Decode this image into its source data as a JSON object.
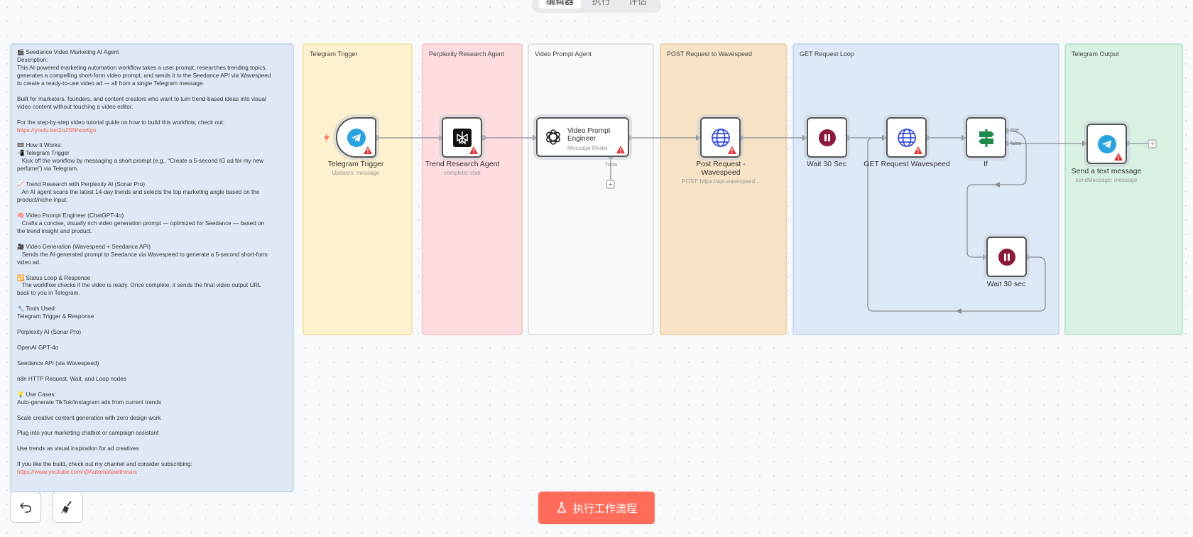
{
  "tabs": [
    {
      "label": "编辑器"
    },
    {
      "label": "执行"
    },
    {
      "label": "评估"
    }
  ],
  "note": {
    "lines": [
      {
        "text": "🎬 Seedance Video Marketing AI Agent"
      },
      {
        "text": "Description:"
      },
      {
        "text": "This AI-powered marketing automation workflow takes a user prompt, researches trending topics,"
      },
      {
        "text": "generates a compelling short-form video prompt, and sends it to the Seedance API via Wavespeed"
      },
      {
        "text": "to create a ready-to-use video ad — all from a single Telegram message."
      },
      {
        "text": ""
      },
      {
        "text": "Built for marketers, founders, and content creators who want to turn trend-based ideas into visual"
      },
      {
        "text": "video content without touching a video editor."
      },
      {
        "text": ""
      },
      {
        "text": "For the step-by-step video tutorial guide on how to build this workflow, check out:"
      },
      {
        "text": "https://youtu.be/2oZSNhosKgo",
        "link": true
      },
      {
        "text": ""
      },
      {
        "text": "📼 How It Works:"
      },
      {
        "text": "📲 Telegram Trigger"
      },
      {
        "text": "   Kick off the workflow by messaging a short prompt (e.g., “Create a 5-second IG ad for my new"
      },
      {
        "text": "perfume”) via Telegram."
      },
      {
        "text": ""
      },
      {
        "text": "📈 Trend Research with Perplexity AI (Sonar Pro)"
      },
      {
        "text": "   An AI agent scans the latest 14-day trends and selects the top marketing angle based on the"
      },
      {
        "text": "product/niche input."
      },
      {
        "text": ""
      },
      {
        "text": "🧠 Video Prompt Engineer (ChatGPT-4o)"
      },
      {
        "text": "   Crafts a concise, visually rich video generation prompt — optimized for Seedance — based on"
      },
      {
        "text": "the trend insight and product."
      },
      {
        "text": ""
      },
      {
        "text": "🎥 Video Generation (Wavespeed + Seedance API)"
      },
      {
        "text": "   Sends the AI-generated prompt to Seedance via Wavespeed to generate a 5-second short-form"
      },
      {
        "text": "video ad."
      },
      {
        "text": ""
      },
      {
        "text": "🔁 Status Loop & Response"
      },
      {
        "text": "   The workflow checks if the video is ready. Once complete, it sends the final video output URL"
      },
      {
        "text": "back to you in Telegram."
      },
      {
        "text": ""
      },
      {
        "text": "🔧 Tools Used:"
      },
      {
        "text": "Telegram Trigger & Response"
      },
      {
        "text": ""
      },
      {
        "text": "Perplexity AI (Sonar Pro)"
      },
      {
        "text": ""
      },
      {
        "text": "OpenAI GPT-4o"
      },
      {
        "text": ""
      },
      {
        "text": "Seedance API (via Wavespeed)"
      },
      {
        "text": ""
      },
      {
        "text": "n8n HTTP Request, Wait, and Loop nodes"
      },
      {
        "text": ""
      },
      {
        "text": "💡 Use Cases:"
      },
      {
        "text": "Auto-generate TikTok/Instagram ads from current trends"
      },
      {
        "text": ""
      },
      {
        "text": "Scale creative content generation with zero design work"
      },
      {
        "text": ""
      },
      {
        "text": "Plug into your marketing chatbot or campaign assistant"
      },
      {
        "text": ""
      },
      {
        "text": "Use trends as visual inspiration for ad creatives"
      },
      {
        "text": ""
      },
      {
        "text": "If you like the build, check out my channel and consider subscribing:"
      },
      {
        "text": "https://www.youtube.com/@Automatewithmarc",
        "link": true
      }
    ]
  },
  "stickies": {
    "telegram_trigger": "Telegram Trigger",
    "perplexity": "Perplexity Research Agent",
    "video_prompt": "Video Prompt Agent",
    "post_request": "POST Request to Wavespeed",
    "get_loop": "GET Request Loop",
    "telegram_output": "Telegram Output"
  },
  "nodes": {
    "telegram_trigger": {
      "label": "Telegram Trigger",
      "sub": "Updates: message"
    },
    "trend_research": {
      "label": "Trend Research Agent",
      "sub": "complete: chat"
    },
    "video_prompt": {
      "label": "Video Prompt Engineer",
      "sub": "Message Model",
      "tools": "Tools"
    },
    "post_request": {
      "label1": "Post Request -",
      "label2": "Wavespeed",
      "sub": "POST: https://api.wavespeed..."
    },
    "wait1": {
      "label": "Wait 30 Sec"
    },
    "get_request": {
      "label": "GET Request Wavespeed"
    },
    "if": {
      "label": "If",
      "true": "true",
      "false": "false"
    },
    "send_message": {
      "label": "Send a text message",
      "sub": "sendMessage: message"
    },
    "wait2": {
      "label": "Wait 30 sec"
    }
  },
  "exec_button": {
    "label": "执行工作流程"
  },
  "colors": {
    "accent": "#ff6d5a",
    "telegram": "#2aa3e0",
    "wait": "#8b1a3a",
    "if": "#1d8a4a",
    "http": "#3a4fd8",
    "warning": "#e03131"
  }
}
